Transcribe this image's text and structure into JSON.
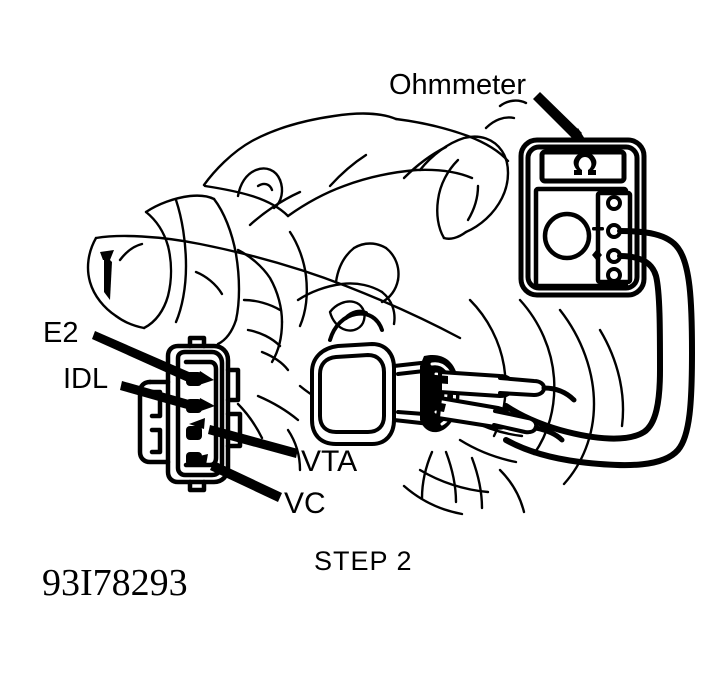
{
  "figure": {
    "id_number": "93I78293",
    "step_caption": "STEP 2",
    "description": "Line-art service illustration: ohmmeter connected to throttle position sensor connector on engine",
    "ink_color": "#000000",
    "background_color": "#ffffff"
  },
  "labels": {
    "ohmmeter": "Ohmmeter",
    "e2": "E2",
    "idl": "IDL",
    "vta": "VTA",
    "vc": "VC"
  },
  "meter": {
    "display_symbol": "Ω",
    "jack_count": 4,
    "jack_marks": [
      "-",
      "◆"
    ],
    "dial_name": "rotary-range-dial",
    "lead_count": 2
  },
  "connector": {
    "terminal_count": 4,
    "terminal_labels": [
      "E2",
      "IDL",
      "VTA",
      "VC"
    ]
  },
  "probes": {
    "count": 2,
    "inserted_into": "throttle-position-sensor-connector"
  }
}
